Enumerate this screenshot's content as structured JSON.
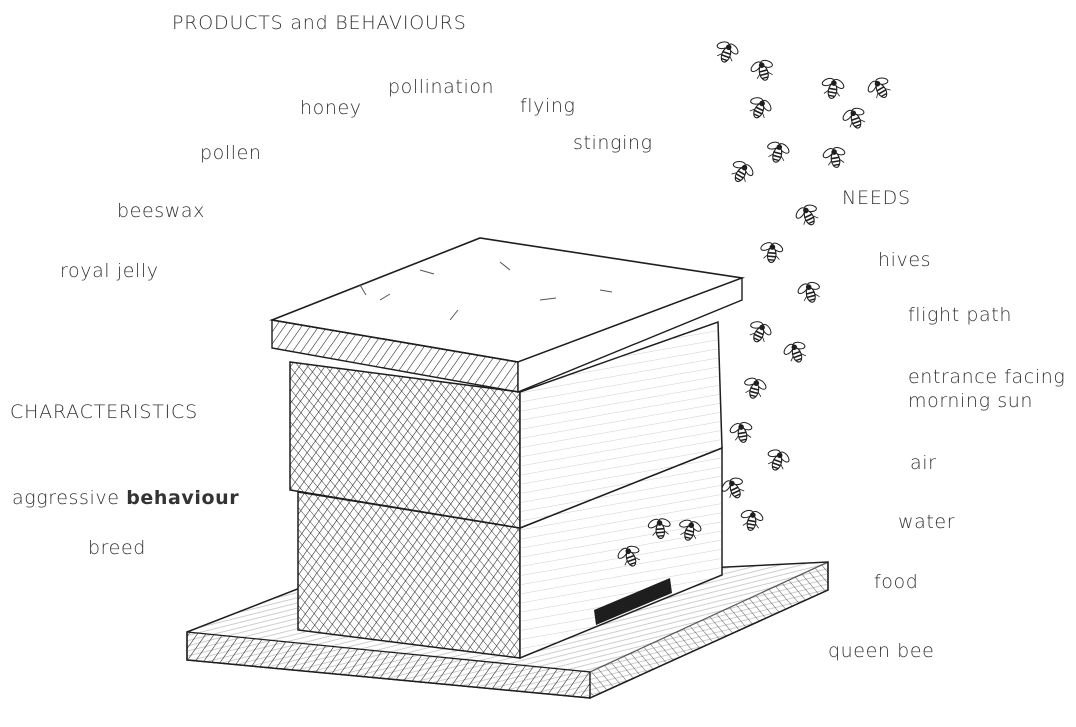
{
  "products_behaviours": {
    "heading": "PRODUCTS and BEHAVIOURS",
    "items": [
      "honey",
      "pollination",
      "flying",
      "stinging",
      "pollen",
      "beeswax",
      "royal jelly"
    ]
  },
  "needs": {
    "heading": "NEEDS",
    "items": [
      "hives",
      "flight path",
      "entrance facing",
      "morning sun",
      "air",
      "water",
      "food",
      "queen bee"
    ]
  },
  "characteristics": {
    "heading": "CHARACTERISTICS",
    "item_aggressive_prefix": "aggressive",
    "item_aggressive_bold": "behaviour",
    "item_breed": "breed"
  },
  "illustration": {
    "subject": "beehive-with-bees",
    "colors": {
      "ink": "#1e1e1e",
      "paper": "#ffffff",
      "shade": "#555555"
    }
  }
}
